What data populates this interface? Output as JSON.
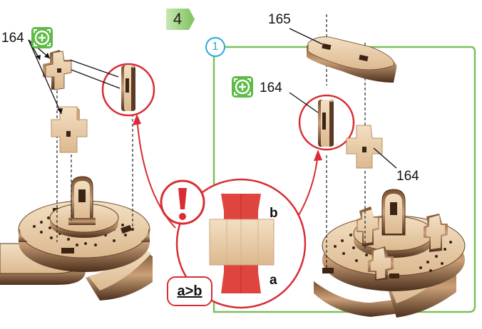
{
  "step": {
    "number": "4",
    "substep": "1"
  },
  "callouts": {
    "left_part_label": "164",
    "top_right_part_label": "165",
    "middle_right_part_label": "164",
    "right_part_label": "164"
  },
  "icons": {
    "glue_left": "green-plus-in-square-icon",
    "glue_right": "green-plus-in-square-icon",
    "warning": "exclamation-icon"
  },
  "warning": {
    "label_b": "b",
    "label_a": "a",
    "rule": "a>b"
  },
  "colors": {
    "accent_green": "#5dbb46",
    "frame_green": "#7cc15a",
    "warning_red": "#d82d34",
    "substep_blue": "#29a6dc",
    "wood_light": "#ecd2b0",
    "wood_dark": "#5a3a25"
  }
}
